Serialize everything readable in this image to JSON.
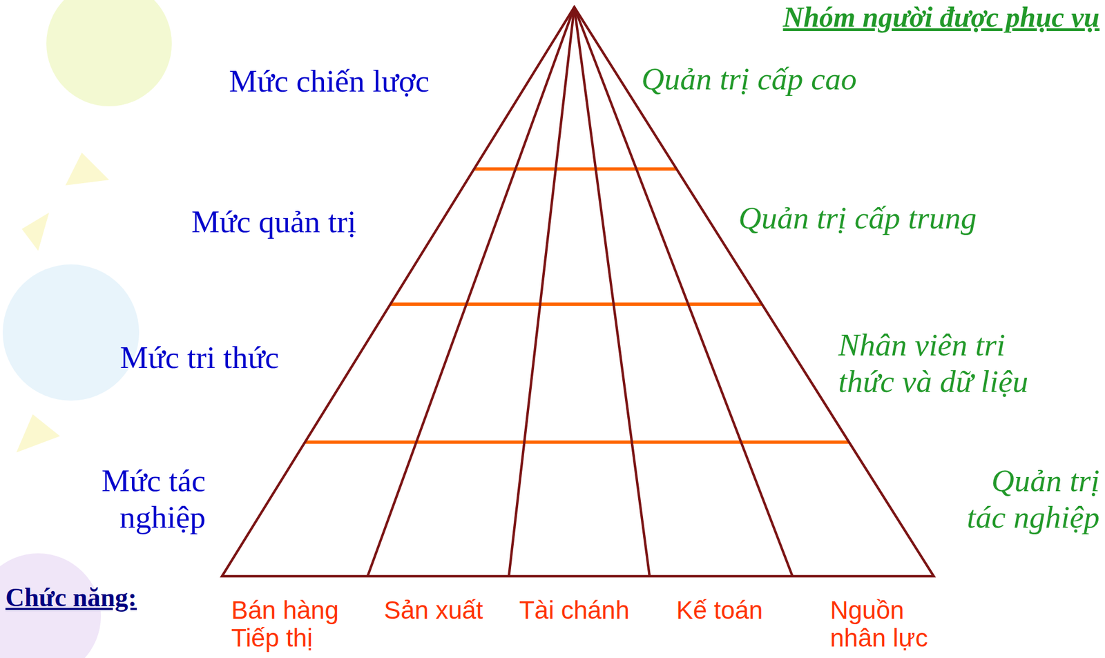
{
  "diagram": {
    "labels": [
      "Nhóm người được phục vụ",
      "Mức chiến lược",
      "Quản trị cấp cao",
      "Mức quản trị",
      "Quản trị cấp trung",
      "Mức tri thức",
      "Nhân viên tri thức và dữ liệu",
      "Mức tác nghiệp",
      "Quản trị tác nghiệp",
      "Chức năng:",
      "Bán hàng Tiếp thị",
      "Sản xuất",
      "Tài chánh",
      "Kế toán",
      "Nguồn nhân lực"
    ]
  }
}
